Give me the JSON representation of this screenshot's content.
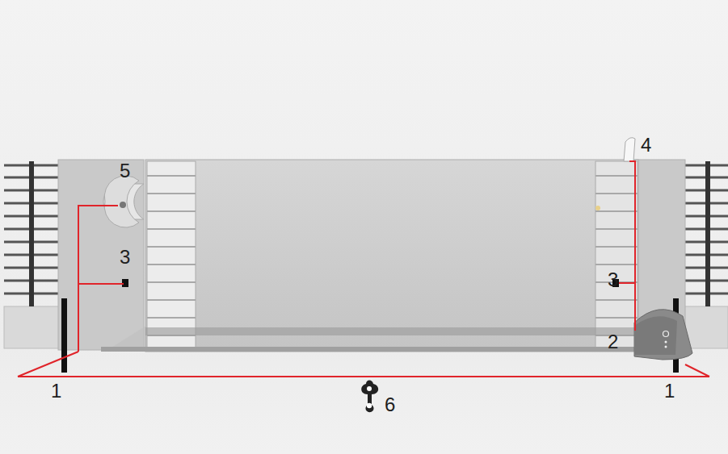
{
  "diagram": {
    "labels": [
      "4",
      "5",
      "3",
      "3",
      "2",
      "1",
      "1",
      "6"
    ]
  }
}
